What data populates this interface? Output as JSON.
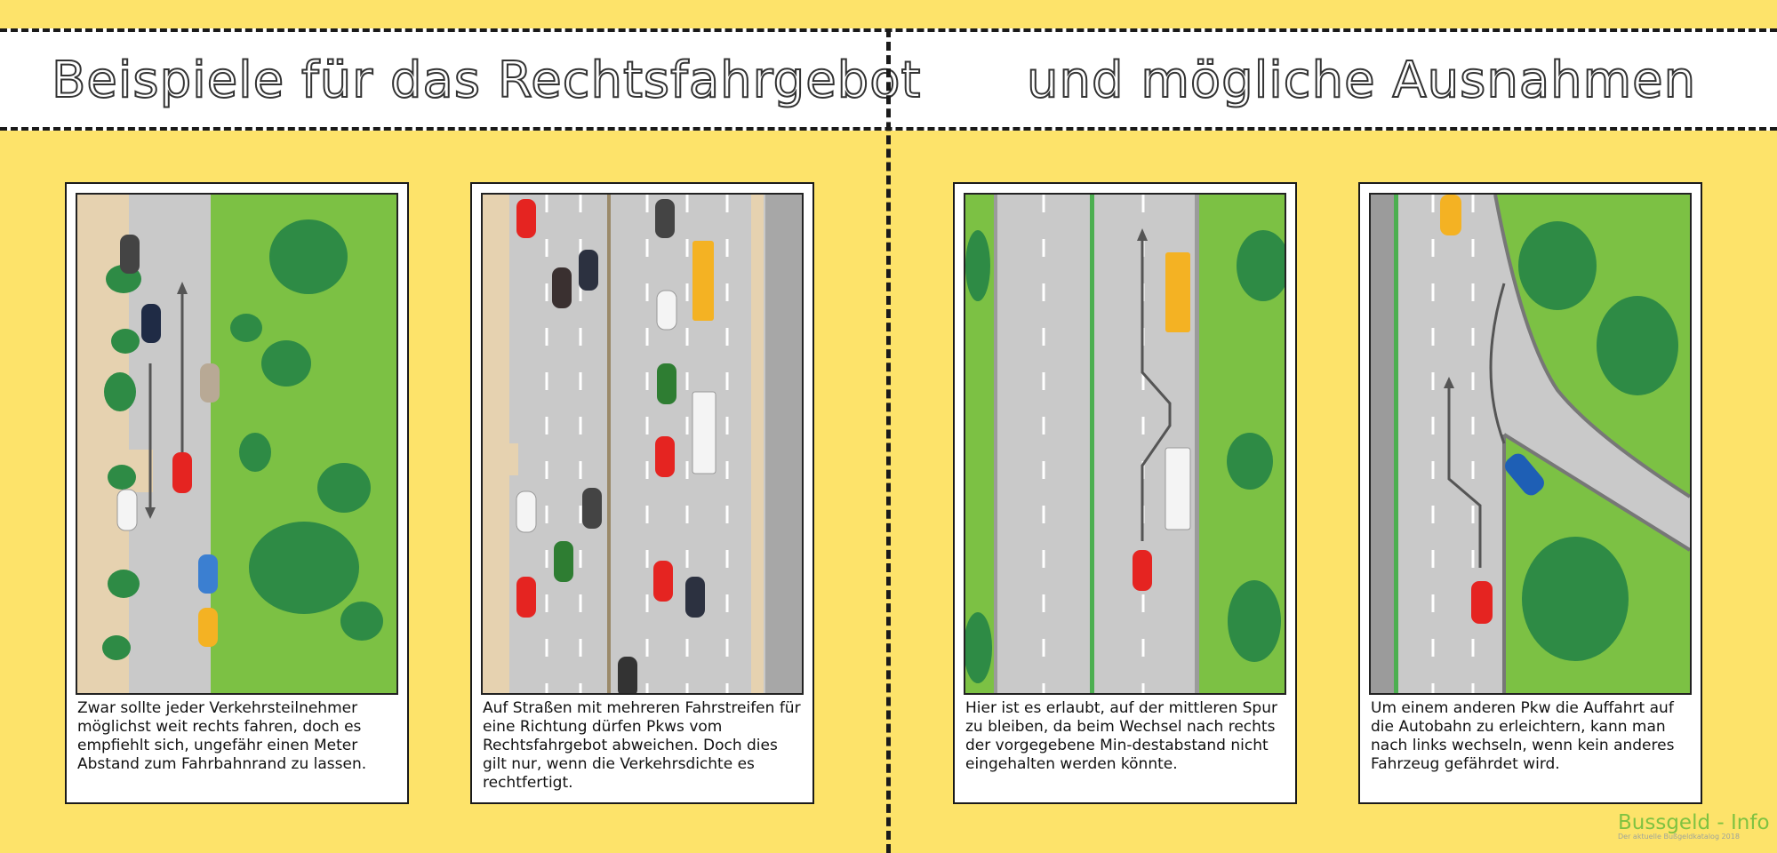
{
  "header": {
    "title_left": "Beispiele für das Rechtsfahrgebot",
    "title_right": "und mögliche Ausnahmen"
  },
  "panels": [
    {
      "caption": "Zwar sollte jeder Verkehrsteilnehmer möglichst weit rechts fahren, doch es empfiehlt sich, ungefähr einen Meter Abstand zum Fahrbahnrand zu lassen."
    },
    {
      "caption": "Auf Straßen mit mehreren Fahrstreifen für eine Richtung dürfen Pkws vom Rechtsfahrgebot abweichen. Doch dies gilt nur, wenn die Verkehrsdichte es rechtfertigt."
    },
    {
      "caption": "Hier ist es erlaubt, auf der mittleren Spur zu bleiben, da beim Wechsel nach rechts der vorgegebene Min-destabstand nicht eingehalten werden könnte."
    },
    {
      "caption": "Um einem anderen Pkw die Auffahrt auf die Autobahn zu erleichtern, kann man nach links wechseln, wenn kein anderes Fahrzeug gefährdet wird."
    }
  ],
  "logo": {
    "name": "Bussgeld - Info",
    "tagline": "Der aktuelle Bußgeldkatalog 2018"
  },
  "colors": {
    "background": "#fde36a",
    "road": "#c9c9c9",
    "grass": "#7cc144",
    "bush": "#2e8b45",
    "gravel": "#e6d2b0"
  }
}
